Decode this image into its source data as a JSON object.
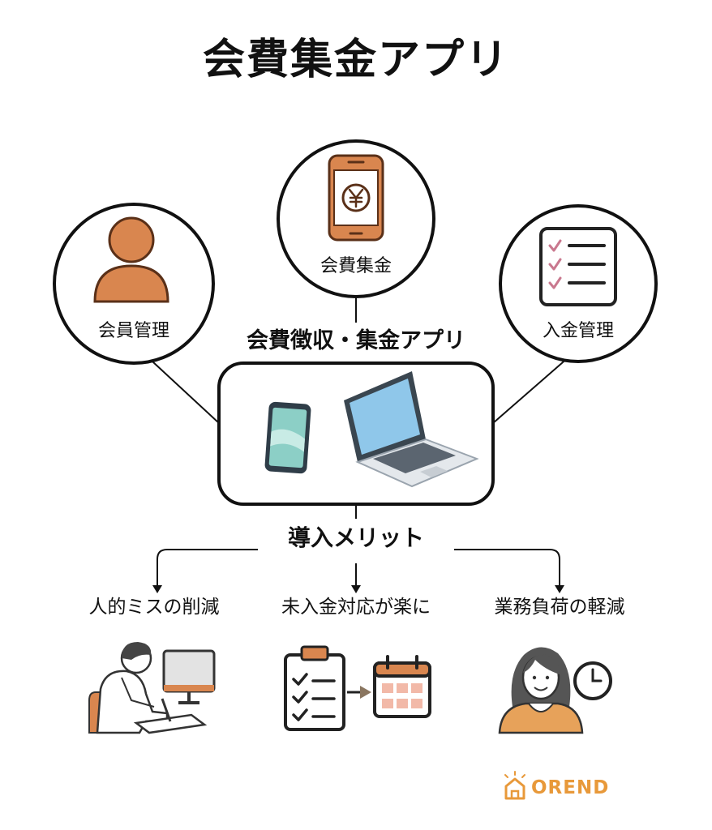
{
  "title": "会費集金アプリ",
  "features": [
    {
      "label": "会員管理",
      "icon": "person-icon"
    },
    {
      "label": "会費集金",
      "icon": "yen-phone-icon"
    },
    {
      "label": "入金管理",
      "icon": "checklist-icon"
    }
  ],
  "app": {
    "title": "会費徴収・集金アプリ",
    "devices": [
      "smartphone-icon",
      "laptop-icon"
    ]
  },
  "benefits": {
    "title": "導入メリット",
    "items": [
      {
        "label": "人的ミスの削減",
        "icon": "person-at-computer-icon"
      },
      {
        "label": "未入金対応が楽に",
        "icon": "checklist-to-calendar-icon"
      },
      {
        "label": "業務負荷の軽減",
        "icon": "smiling-woman-clock-icon"
      }
    ]
  },
  "brand": {
    "name": "OREND"
  },
  "colors": {
    "accent": "#d9864f",
    "accent_dark": "#5a3018",
    "line": "#111111",
    "checkmark": "#c9788e",
    "brand": "#e8993a",
    "screen_blue": "#8fc7ea",
    "phone_teal": "#8ccfc6"
  }
}
